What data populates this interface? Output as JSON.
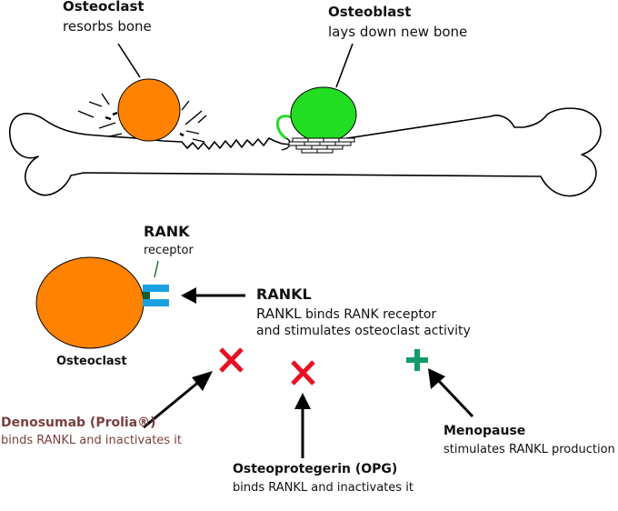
{
  "top": {
    "osteoclast": {
      "title": "Osteoclast",
      "desc": "resorbs bone"
    },
    "osteoblast": {
      "title": "Osteoblast",
      "desc": "lays down new bone"
    }
  },
  "rank": {
    "title": "RANK",
    "desc": "receptor"
  },
  "osteoclast_cell_label": "Osteoclast",
  "rankl": {
    "title": "RANKL",
    "line1_lead": "RANKL",
    "line1_rest": " binds RANK receptor",
    "line2": "and stimulates osteoclast activity"
  },
  "denosumab": {
    "title": "Denosumab (Prolia®)",
    "desc": "binds RANKL and inactivates it"
  },
  "opg": {
    "title": "Osteoprotegerin (OPG)",
    "desc": "binds RANKL and inactivates it"
  },
  "menopause": {
    "title": "Menopause",
    "desc": "stimulates RANKL production"
  },
  "colors": {
    "osteoclast": "#ff8200",
    "osteoblast": "#22dd22",
    "receptor": "#1ba1e2",
    "receptor_site": "#1a5c2a",
    "inhibit": "#e81123",
    "stimulate": "#139a66",
    "denosumab_text": "#7a3f3f"
  }
}
